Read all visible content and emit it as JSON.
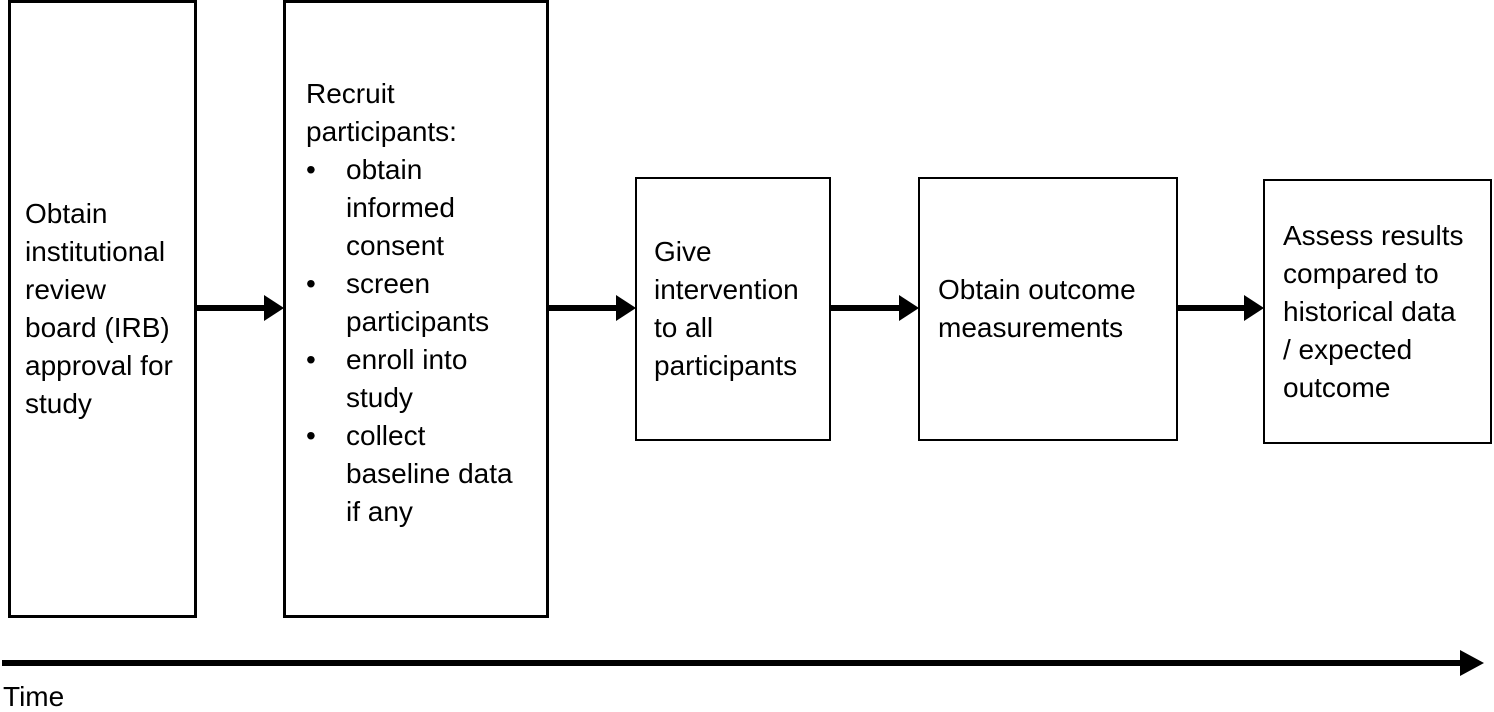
{
  "diagram": {
    "bullet_glyph": "•",
    "timeline_label": "Time",
    "colors": {
      "ink": "#000000",
      "background": "#ffffff"
    },
    "boxes": [
      {
        "label": "Obtain\ninstitutional\nreview\nboard (IRB)\napproval for\nstudy"
      },
      {
        "title": "Recruit\nparticipants:",
        "bullets": [
          "obtain\ninformed\nconsent",
          "screen\nparticipants",
          "enroll into\nstudy",
          "collect\nbaseline data\nif any"
        ]
      },
      {
        "label": "Give\nintervention\nto all\nparticipants"
      },
      {
        "label": "Obtain outcome\nmeasurements"
      },
      {
        "label": "Assess results\ncompared to\nhistorical data\n/ expected\noutcome"
      }
    ]
  }
}
